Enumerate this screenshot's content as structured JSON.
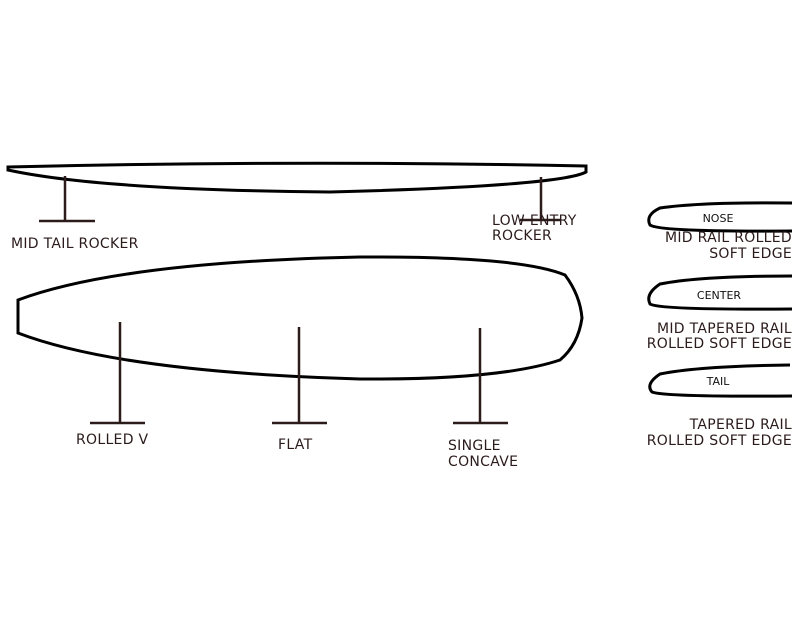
{
  "labels": {
    "mid_tail_rocker": "MID TAIL ROCKER",
    "low_entry_rocker": [
      "LOW ENTRY",
      "ROCKER"
    ],
    "rolled_v": "ROLLED V",
    "flat": "FLAT",
    "single_concave": [
      "SINGLE",
      "CONCAVE"
    ]
  },
  "rails": [
    {
      "section": "NOSE",
      "desc": [
        "MID RAIL ROLLED",
        "SOFT EDGE"
      ]
    },
    {
      "section": "CENTER",
      "desc": [
        "MID TAPERED RAIL",
        "ROLLED SOFT EDGE"
      ]
    },
    {
      "section": "TAIL",
      "desc": [
        "TAPERED RAIL",
        "ROLLED SOFT EDGE"
      ]
    }
  ],
  "colors": {
    "label": "#2b1b1b",
    "outline": "#000000"
  }
}
